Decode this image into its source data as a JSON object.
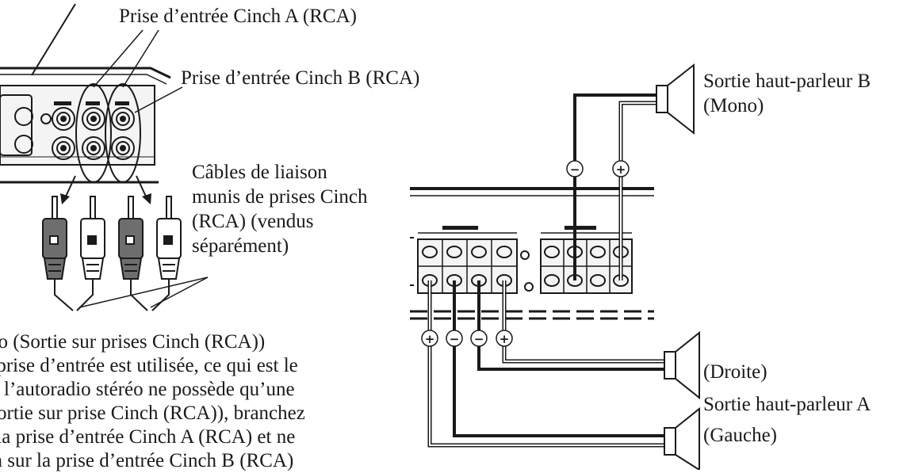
{
  "labels": {
    "cinch_a": "Prise d’entrée Cinch A (RCA)",
    "cinch_b": "Prise d’entrée Cinch B (RCA)",
    "cables": [
      "Câbles de liaison",
      "munis de prises Cinch",
      "(RCA) (vendus",
      "séparément)"
    ],
    "speaker_b": [
      "Sortie haut-parleur B",
      "(Mono)"
    ],
    "droite": "(Droite)",
    "speaker_a": [
      "Sortie haut-parleur A",
      "(Gauche)"
    ]
  },
  "note_lines": [
    "dio (Sortie sur prises Cinch (RCA))",
    "e prise d’entrée est utilisée, ce qui est le",
    "l’autoradio stéréo ne possède qu’une",
    "(sortie sur prise Cinch (RCA)), branchez",
    "à la prise d’entrée Cinch A (RCA) et ne",
    "on sur la prise d’entrée Cinch B (RCA)"
  ],
  "polarity": {
    "plus": "+",
    "minus": "−"
  },
  "colors": {
    "ink": "#1a1a1a",
    "plug_dark": "#6e6e6e",
    "plug_light": "#ffffff",
    "panel": "#f4f4f4"
  }
}
